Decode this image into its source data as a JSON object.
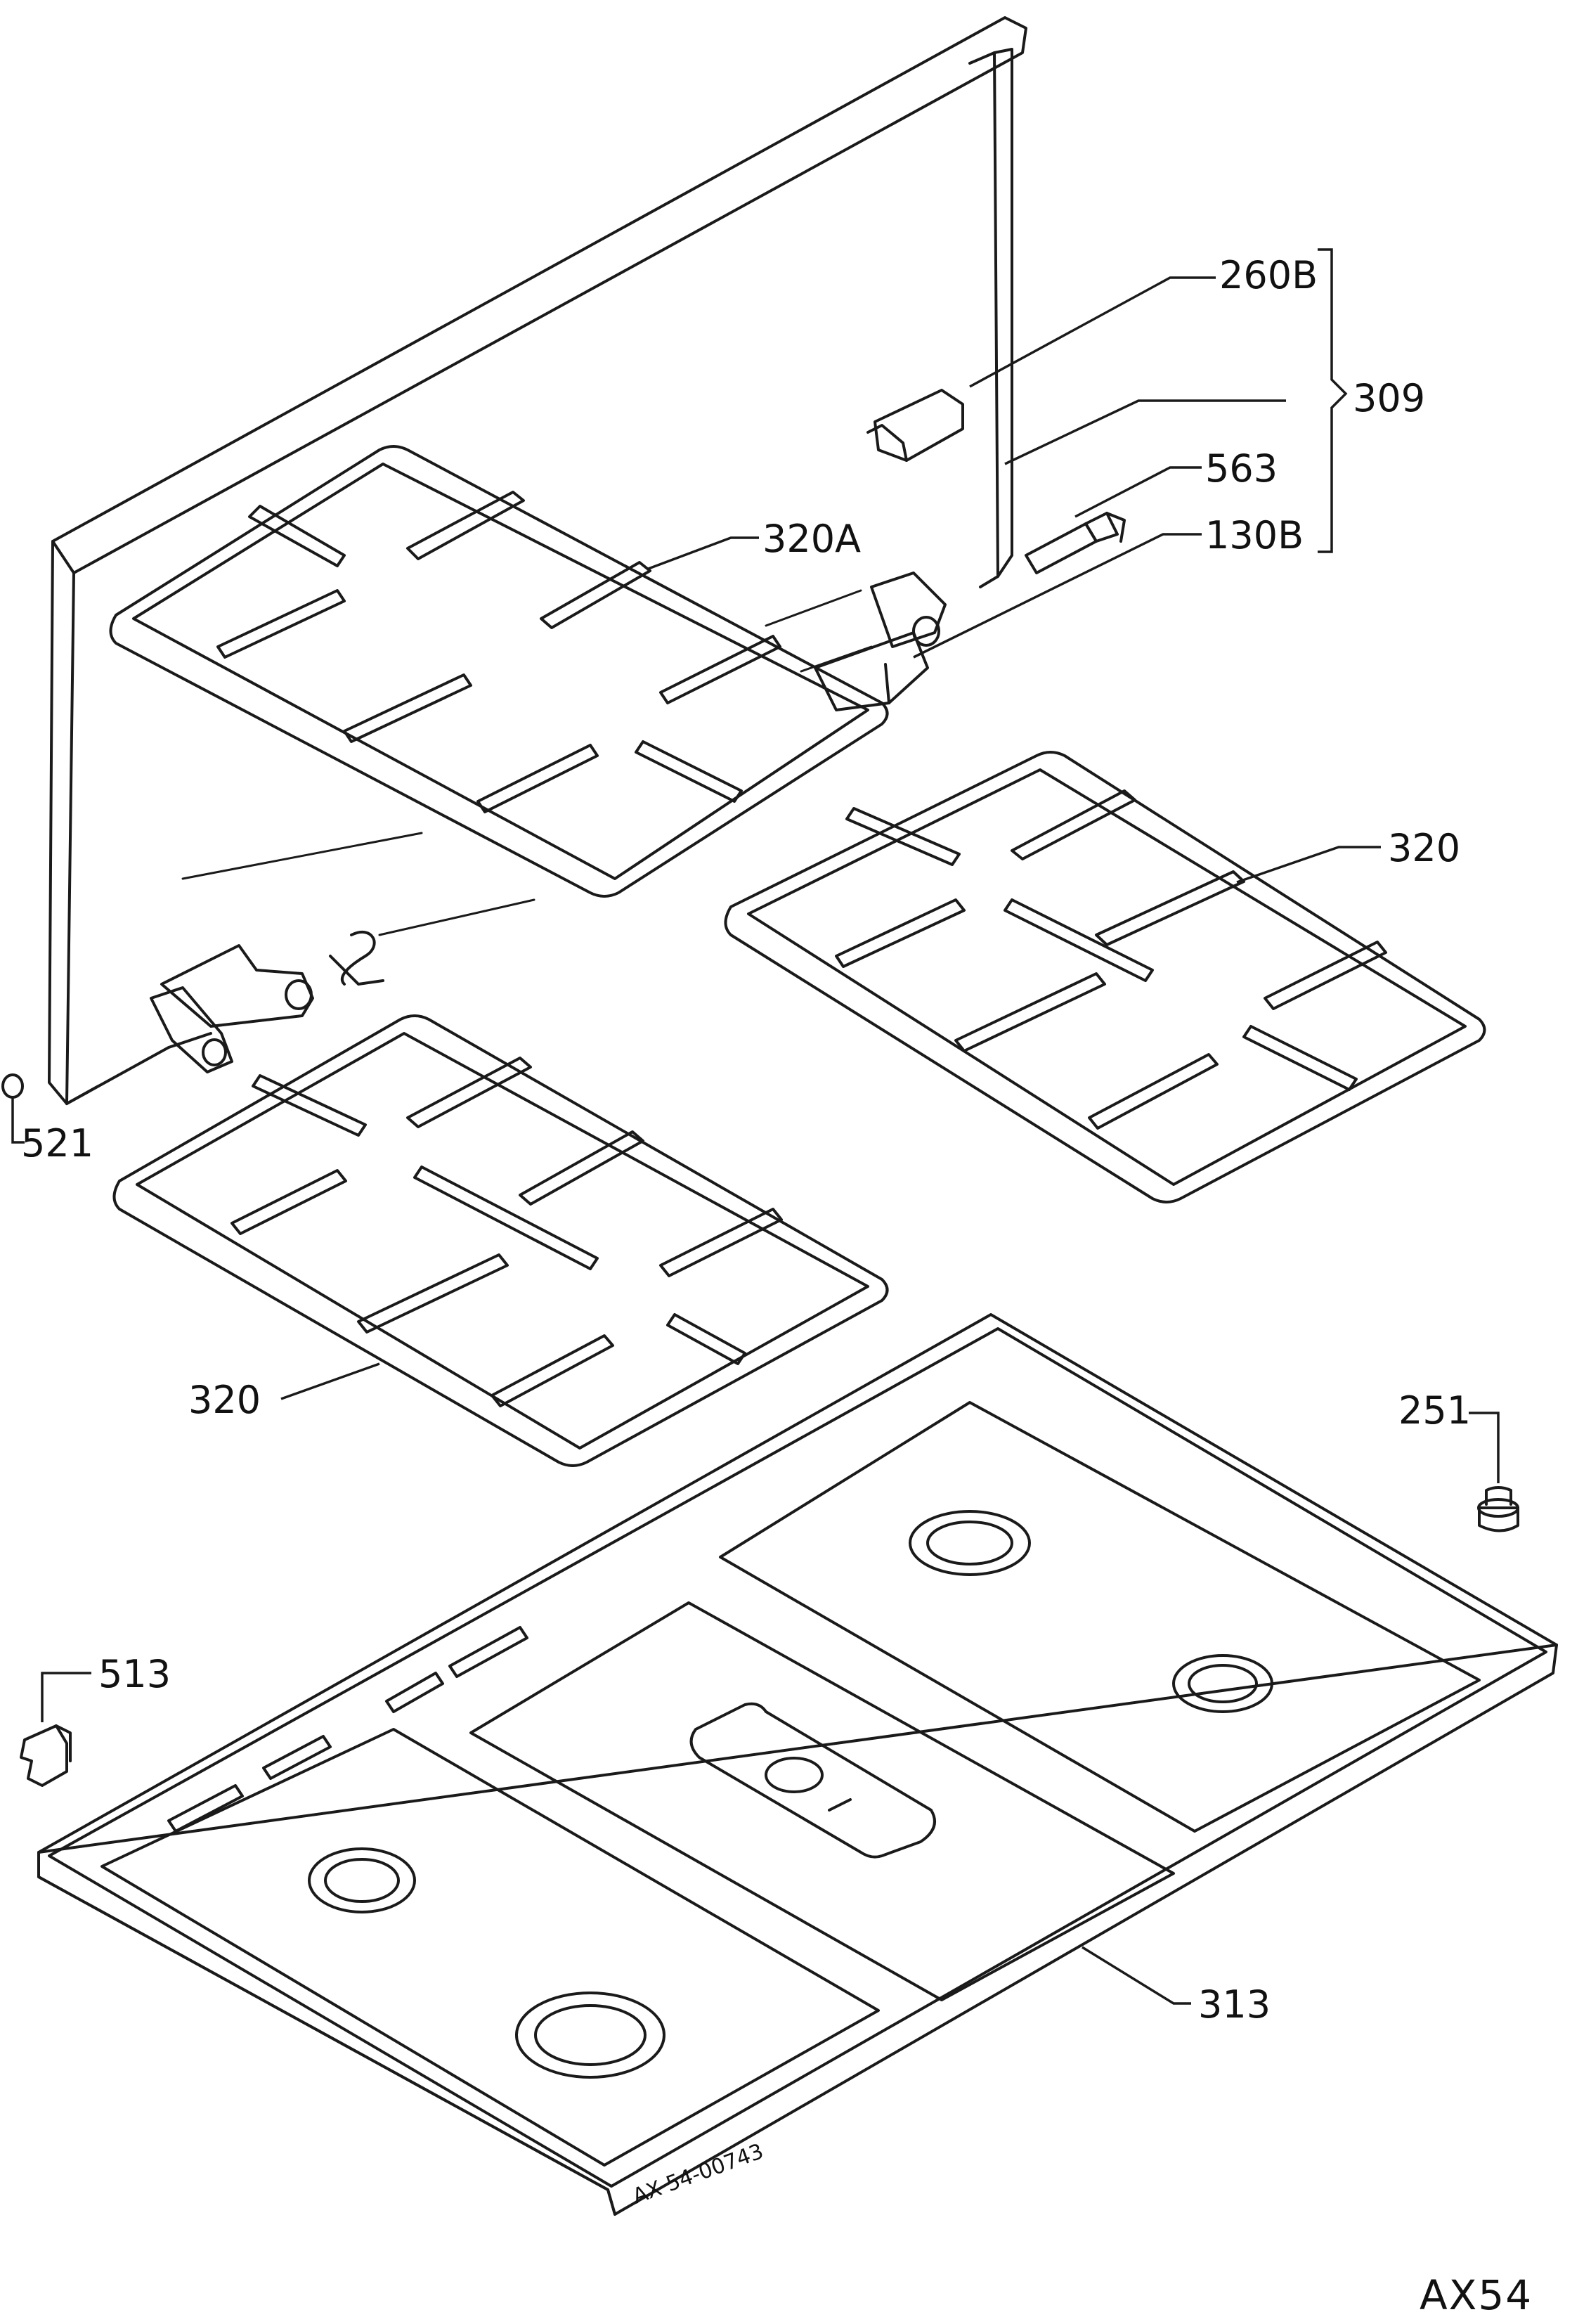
{
  "labels": {
    "l260b": "260B",
    "l309": "309",
    "l563": "563",
    "l130b": "130B",
    "l320a": "320A",
    "l320_right": "320",
    "l320_left": "320",
    "l521": "521",
    "l251": "251",
    "l513": "513",
    "l313": "313",
    "drawing_number": "AX 54-00743",
    "page_code": "AX54"
  }
}
